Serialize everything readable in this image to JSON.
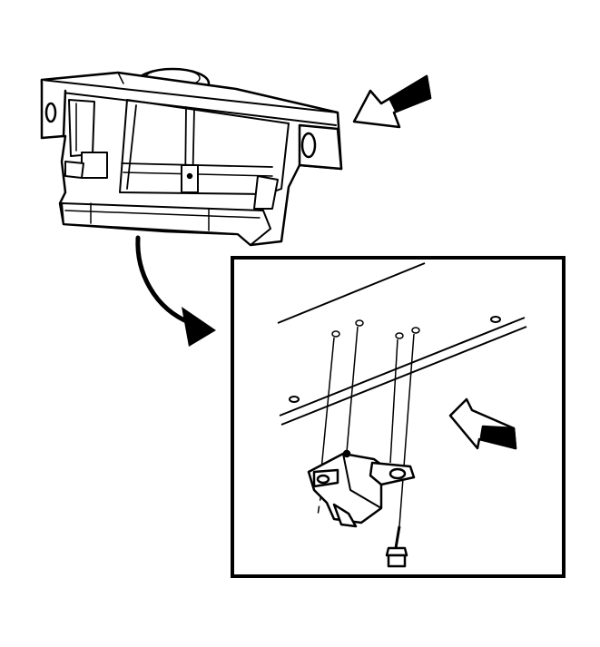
{
  "figure": {
    "background": "#ffffff",
    "ink": "#000000",
    "detail_frame": "detail-view-inset",
    "parts": [
      "bracket-assembly",
      "mounting-panel",
      "mounting-clip",
      "bolt",
      "fastener-guide-lines"
    ],
    "arrows": [
      "callout-arrow-bracket",
      "callout-arrow-clip",
      "curved-detail-arrow"
    ]
  }
}
